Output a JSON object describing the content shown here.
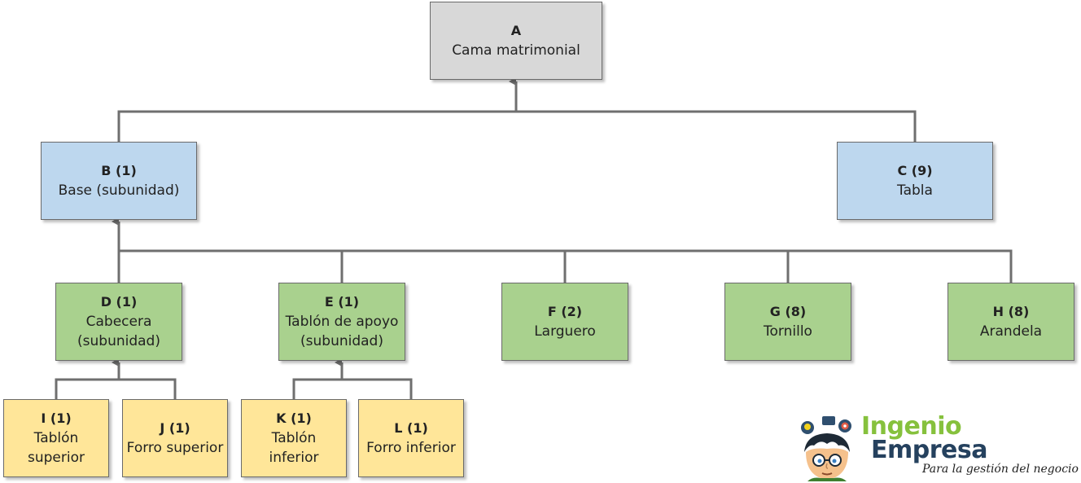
{
  "nodes": {
    "A": {
      "code": "A",
      "name": "Cama matrimonial"
    },
    "B": {
      "code": "B (1)",
      "name": "Base (subunidad)"
    },
    "C": {
      "code": "C (9)",
      "name": "Tabla"
    },
    "D": {
      "code": "D (1)",
      "name": "Cabecera (subunidad)"
    },
    "E": {
      "code": "E (1)",
      "name": "Tablón de apoyo (subunidad)"
    },
    "F": {
      "code": "F (2)",
      "name": "Larguero"
    },
    "G": {
      "code": "G (8)",
      "name": "Tornillo"
    },
    "H": {
      "code": "H (8)",
      "name": "Arandela"
    },
    "I": {
      "code": "I (1)",
      "name": "Tablón superior"
    },
    "J": {
      "code": "J (1)",
      "name": "Forro superior"
    },
    "K": {
      "code": "K (1)",
      "name": "Tablón inferior"
    },
    "L": {
      "code": "L (1)",
      "name": "Forro inferior"
    }
  },
  "edges": [
    [
      "A",
      "B"
    ],
    [
      "A",
      "C"
    ],
    [
      "B",
      "D"
    ],
    [
      "B",
      "E"
    ],
    [
      "B",
      "F"
    ],
    [
      "B",
      "G"
    ],
    [
      "B",
      "H"
    ],
    [
      "D",
      "I"
    ],
    [
      "D",
      "J"
    ],
    [
      "E",
      "K"
    ],
    [
      "E",
      "L"
    ]
  ],
  "colors": {
    "level0": "#d8d8d8",
    "level1": "#bdd7ee",
    "level2": "#a9d18e",
    "level3": "#ffe699",
    "connector": "#6f6f6f"
  },
  "logo": {
    "word1": "Ingenio",
    "word2": "Empresa",
    "tagline": "Para la gestión del negocio",
    "icon": "cartoon-face-icon"
  }
}
